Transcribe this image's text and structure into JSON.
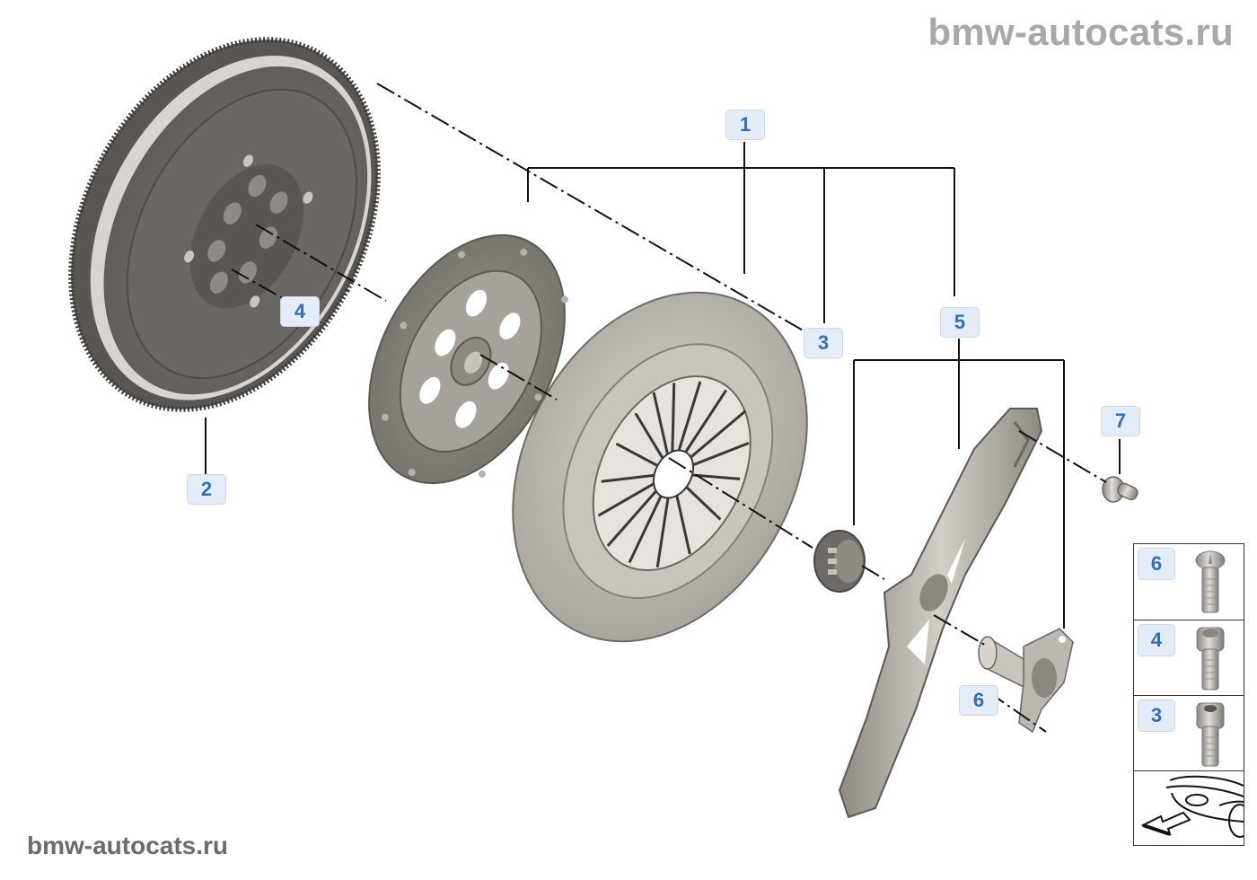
{
  "watermarks": {
    "top": "bmw-autocats.ru",
    "bottom": "bmw-autocats.ru"
  },
  "diagram": {
    "title_hidden": "Clutch assembly exploded view",
    "colors": {
      "callout_text": "#2f6fba",
      "callout_bg": "#e4edf7",
      "leader_line": "#111111",
      "flywheel": "#6e6a66",
      "clutch_disc": "#7c7872",
      "pressure_plate": "#b9b5ae",
      "release_lever": "#a9a59e"
    },
    "parts": [
      {
        "id": "dual-mass-flywheel",
        "callout": "2"
      },
      {
        "id": "clutch-disc",
        "callout": "1"
      },
      {
        "id": "pressure-plate",
        "callout": "1"
      },
      {
        "id": "pressure-plate-bolt",
        "callout": "3"
      },
      {
        "id": "flywheel-bolt",
        "callout": "4"
      },
      {
        "id": "release-bearing",
        "callout": "5"
      },
      {
        "id": "release-lever",
        "callout": "5"
      },
      {
        "id": "guide-sleeve",
        "callout": "5"
      },
      {
        "id": "guide-sleeve-bolt",
        "callout": "6"
      },
      {
        "id": "pivot-pin",
        "callout": "7"
      }
    ],
    "callouts": {
      "c1": "1",
      "c2": "2",
      "c3": "3",
      "c4": "4",
      "c5": "5",
      "c6": "6",
      "c7": "7"
    },
    "legend": {
      "rows": [
        {
          "callout": "6",
          "icon": "torx-flange-bolt"
        },
        {
          "callout": "4",
          "icon": "torx-socket-cap-bolt"
        },
        {
          "callout": "3",
          "icon": "hex-socket-cap-bolt"
        }
      ],
      "orientation_icon": "vehicle-front-direction-arrow"
    }
  }
}
